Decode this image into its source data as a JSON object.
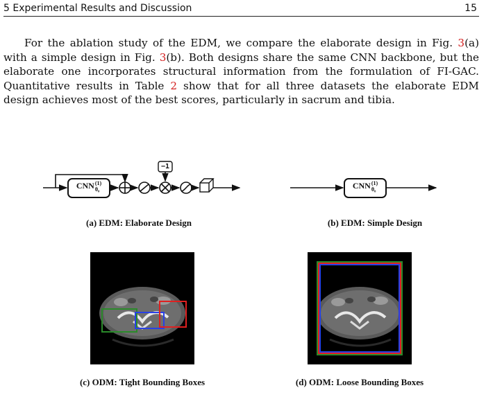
{
  "header": {
    "section": "5 Experimental Results and Discussion",
    "page": "15"
  },
  "paragraph": {
    "p1": "For the ablation study of the EDM, we compare the elaborate design in Fig. ",
    "ref1": "3",
    "p2": "(a) with a simple design in Fig. ",
    "ref2": "3",
    "p3": "(b). Both designs share the same CNN backbone, but the elaborate one incorporates structural information from the formulation of FI-GAC. Quantitative results in Table ",
    "ref3": "2",
    "p4": " show that for all three datasets the elaborate EDM design achieves most of the best scores, particularly in sacrum and tibia."
  },
  "figure": {
    "cnn_label": "CNN",
    "cnn_superscript": "(1)",
    "cnn_subscript": "θ₀",
    "minus_one": "−1",
    "captions": {
      "a": "(a) EDM: Elaborate Design",
      "b": "(b) EDM: Simple Design",
      "c": "(c) ODM: Tight Bounding Boxes",
      "d": "(d) ODM: Loose Bounding Boxes"
    },
    "box_colors": {
      "green": "#2a8a2a",
      "blue": "#2840e8",
      "red": "#e02020"
    }
  }
}
